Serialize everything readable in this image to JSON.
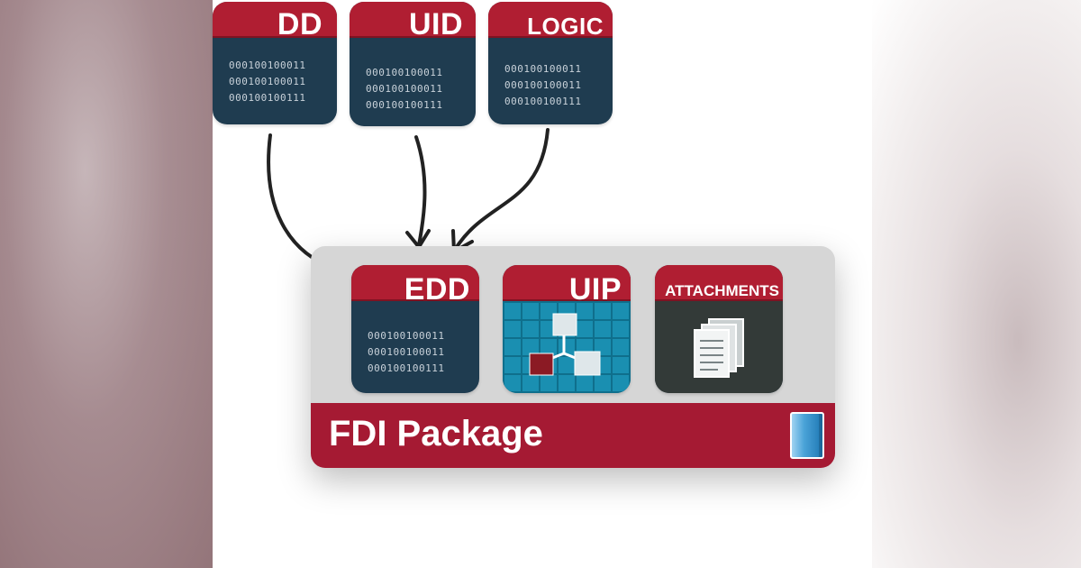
{
  "source_tiles": [
    {
      "label": "DD",
      "bits": [
        "000100100011",
        "000100100011",
        "000100100111"
      ]
    },
    {
      "label": "UID",
      "bits": [
        "000100100011",
        "000100100011",
        "000100100111"
      ]
    },
    {
      "label": "LOGIC",
      "bits": [
        "000100100011",
        "000100100011",
        "000100100111"
      ]
    }
  ],
  "package": {
    "title": "FDI Package",
    "tiles": [
      {
        "label": "EDD",
        "bits": [
          "000100100011",
          "000100100011",
          "000100100111"
        ]
      },
      {
        "label": "UIP"
      },
      {
        "label": "ATTACHMENTS"
      }
    ]
  },
  "colors": {
    "tile_header": "#b01e32",
    "tile_body": "#1f3c50",
    "package_footer": "#a51a33",
    "package_bg": "#d6d6d6",
    "uip_body": "#1a8fb1",
    "attachments_body": "#333a38"
  },
  "icons": [
    "flow-diagram-icon",
    "document-stack-icon",
    "book-icon"
  ]
}
